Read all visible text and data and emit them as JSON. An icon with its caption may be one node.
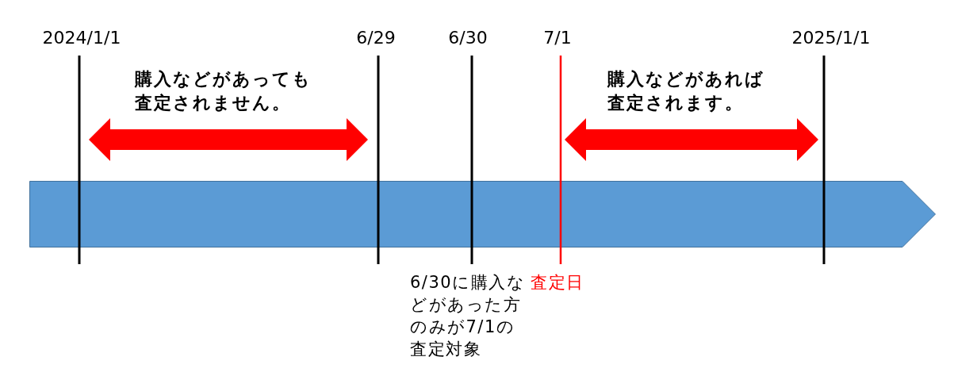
{
  "diagram": {
    "nodes": [
      {
        "text": [],
        "shape": "arrow"
      }
    ],
    "labels": [
      "2024/1/1",
      "6/29",
      "6/30",
      "7/1",
      "2025/1/1",
      "購入などがあっても査定されません。",
      "購入などがあれば査定されます。",
      "6/30に購入などがあった方のみが7/1の査定対象",
      "査定日"
    ]
  }
}
